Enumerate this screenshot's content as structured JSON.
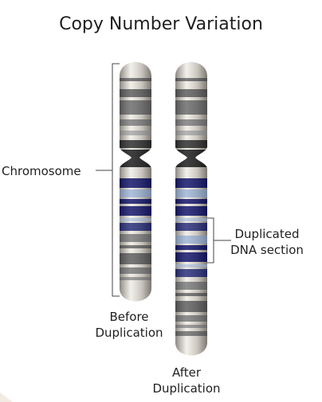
{
  "title": "Copy Number Variation",
  "labels": {
    "chromosome": "Chromosome",
    "before_line1": "Before",
    "before_line2": "Duplication",
    "after_line1": "After",
    "after_line2": "Duplication",
    "duplicated_line1": "Duplicated",
    "duplicated_line2": "DNA section"
  },
  "colors": {
    "text": "#1f1f1f",
    "chromosome_base": "#e6e2da",
    "band_dark": "#626262",
    "band_mid": "#9c9c9c",
    "band_light": "#cfcac2",
    "band_blue_dark": "#14166b",
    "band_blue_light": "#9fb5d6",
    "centromere": "#1c1c1c",
    "line": "#444444"
  },
  "icons": {
    "chromosome_before": "chromosome-before-duplication-icon",
    "chromosome_after": "chromosome-after-duplication-icon"
  }
}
